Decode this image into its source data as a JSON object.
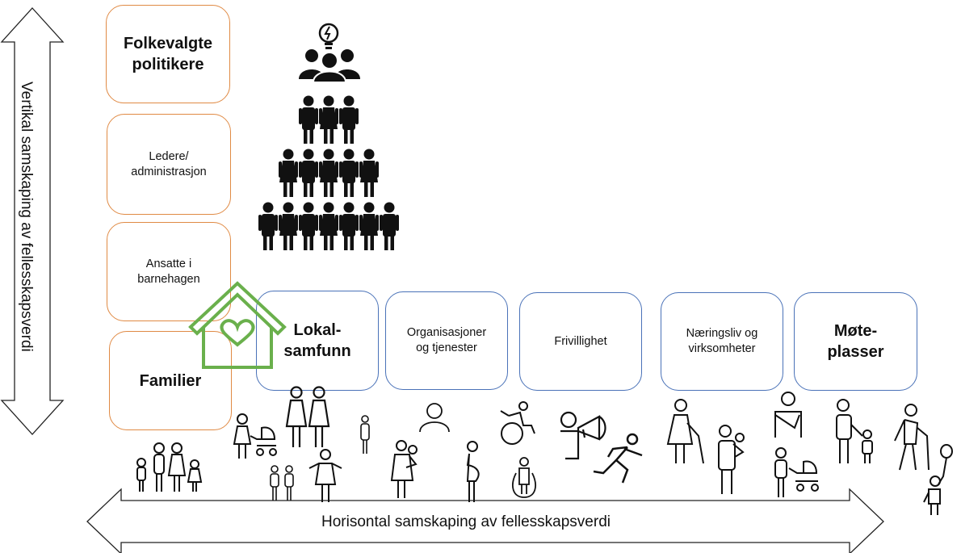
{
  "axes": {
    "vertical_label": "Vertikal samskaping av fellesskapsverdi",
    "horizontal_label": "Horisontal samskaping av fellesskapsverdi"
  },
  "vertical_levels": [
    "Folkevalgte politikere",
    "Ledere/ administrasjon",
    "Ansatte i barnehagen",
    "Familier"
  ],
  "horizontal_boxes": [
    "Lokal-samfunn",
    "Organisasjoner og tjenester",
    "Frivillighet",
    "Næringsliv og virksomheter",
    "Møte-plasser"
  ],
  "colors": {
    "vertical_box_border": "#e08a44",
    "horizontal_box_border": "#4a72b8",
    "house_icon": "#6ab04c",
    "arrows": "#222222"
  },
  "icons": [
    "lightbulb-icon",
    "team-icon",
    "people-pyramid-icon",
    "house-heart-icon",
    "person-icon",
    "wheelchair-icon",
    "megaphone-icon",
    "stroller-icon",
    "balloon-icon"
  ]
}
